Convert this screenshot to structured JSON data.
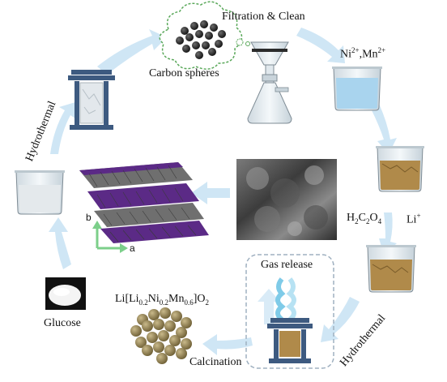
{
  "labels": {
    "filtration": "Filtration & Clean",
    "carbon_spheres": "Carbon spheres",
    "ions": {
      "a": "Ni",
      "a_sup": "2+",
      "sep": ",",
      "b": "Mn",
      "b_sup": "2+"
    },
    "hydrothermal_left": "Hydrothermal",
    "hydrothermal_right": "Hydrothermal",
    "oxalic": {
      "h": "H",
      "h_sub": "2",
      "c": "C",
      "c_sub": "2",
      "o": "O",
      "o_sub": "4"
    },
    "li_ion": {
      "base": "Li",
      "sup": "+"
    },
    "gas_release": "Gas release",
    "calcination": "Calcination",
    "glucose": "Glucose",
    "product": {
      "p1": "Li[Li",
      "s1": "0.2",
      "p2": "Ni",
      "s2": "0.2",
      "p3": "Mn",
      "s3": "0.6",
      "p4": "]O",
      "s4": "2"
    },
    "axis_a": "a",
    "axis_b": "b"
  },
  "colors": {
    "arrow": "#cfe6f5",
    "autoclave": "#3d5a80",
    "beaker_glass": "#d7e3ea",
    "solution_blue": "#a9d4ee",
    "precipitate": "#b08a4a",
    "sphere": "#8a7a4a",
    "crystal_purple": "#5b2a86",
    "crystal_gray": "#6f6f6f",
    "axis_green": "#7ccf8a",
    "axis_blue": "#7aa6d8"
  }
}
